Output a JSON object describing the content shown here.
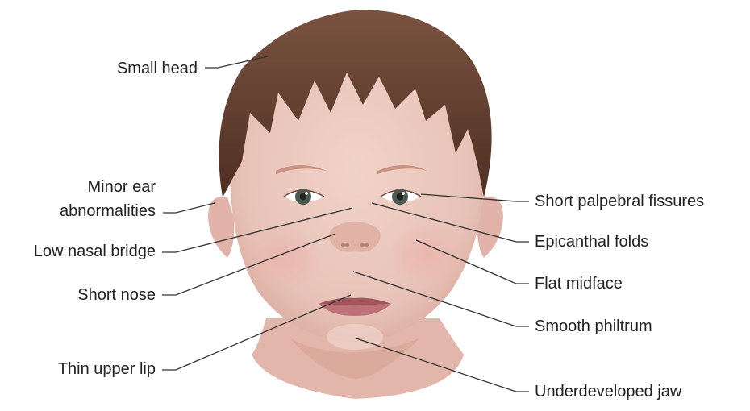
{
  "labels_left": {
    "small_head": "Small head",
    "minor_ear_line1": "Minor ear",
    "minor_ear_line2": "abnormalities",
    "low_nasal_bridge": "Low nasal bridge",
    "short_nose": "Short nose",
    "thin_upper_lip": "Thin upper lip"
  },
  "labels_right": {
    "short_palpebral_fissures": "Short palpebral fissures",
    "epicanthal_folds": "Epicanthal folds",
    "flat_midface": "Flat midface",
    "smooth_philtrum": "Smooth philtrum",
    "underdeveloped_jaw": "Underdeveloped jaw"
  },
  "colors": {
    "skin": "#ecc9bf",
    "skin_shadow": "#dcaea3",
    "hair": "#6b4535",
    "hair_dark": "#4e2f22",
    "lip": "#b86a72",
    "iris": "#4a5a52"
  }
}
